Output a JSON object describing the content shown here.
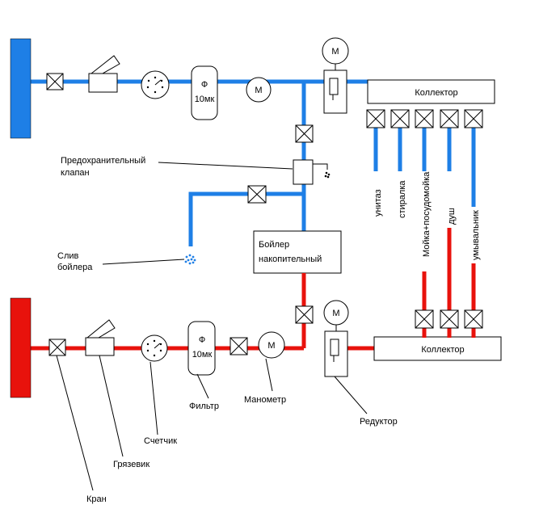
{
  "colors": {
    "cold": "#1e7fe6",
    "hot": "#e8120c"
  },
  "icons": [
    "valve-icon",
    "mud-trap-icon",
    "water-meter-icon",
    "filter-icon",
    "pressure-gauge-icon",
    "pressure-reducer-icon",
    "drain-icon"
  ],
  "cold": {
    "filter_symbol": "Ф",
    "filter_rating": "10мк",
    "gauge_letter": "М",
    "reducer_gauge_letter": "М",
    "collector": "Коллектор",
    "outlets": [
      "унитаз",
      "стиралка",
      "Мойка+посудомойка",
      "душ",
      "умывальник"
    ]
  },
  "hot": {
    "filter_symbol": "Ф",
    "filter_rating": "10мк",
    "gauge_letter": "М",
    "reducer_gauge_letter": "М",
    "collector": "Коллектор"
  },
  "boiler": {
    "line1": "Бойлер",
    "line2": "накопительный"
  },
  "labels": {
    "safety_valve_1": "Предохранительный",
    "safety_valve_2": "клапан",
    "drain_1": "Слив",
    "drain_2": "бойлера",
    "filter": "Фильтр",
    "gauge": "Манометр",
    "reducer": "Редуктор",
    "meter": "Счетчик",
    "mud_trap": "Грязевик",
    "tap": "Кран"
  }
}
